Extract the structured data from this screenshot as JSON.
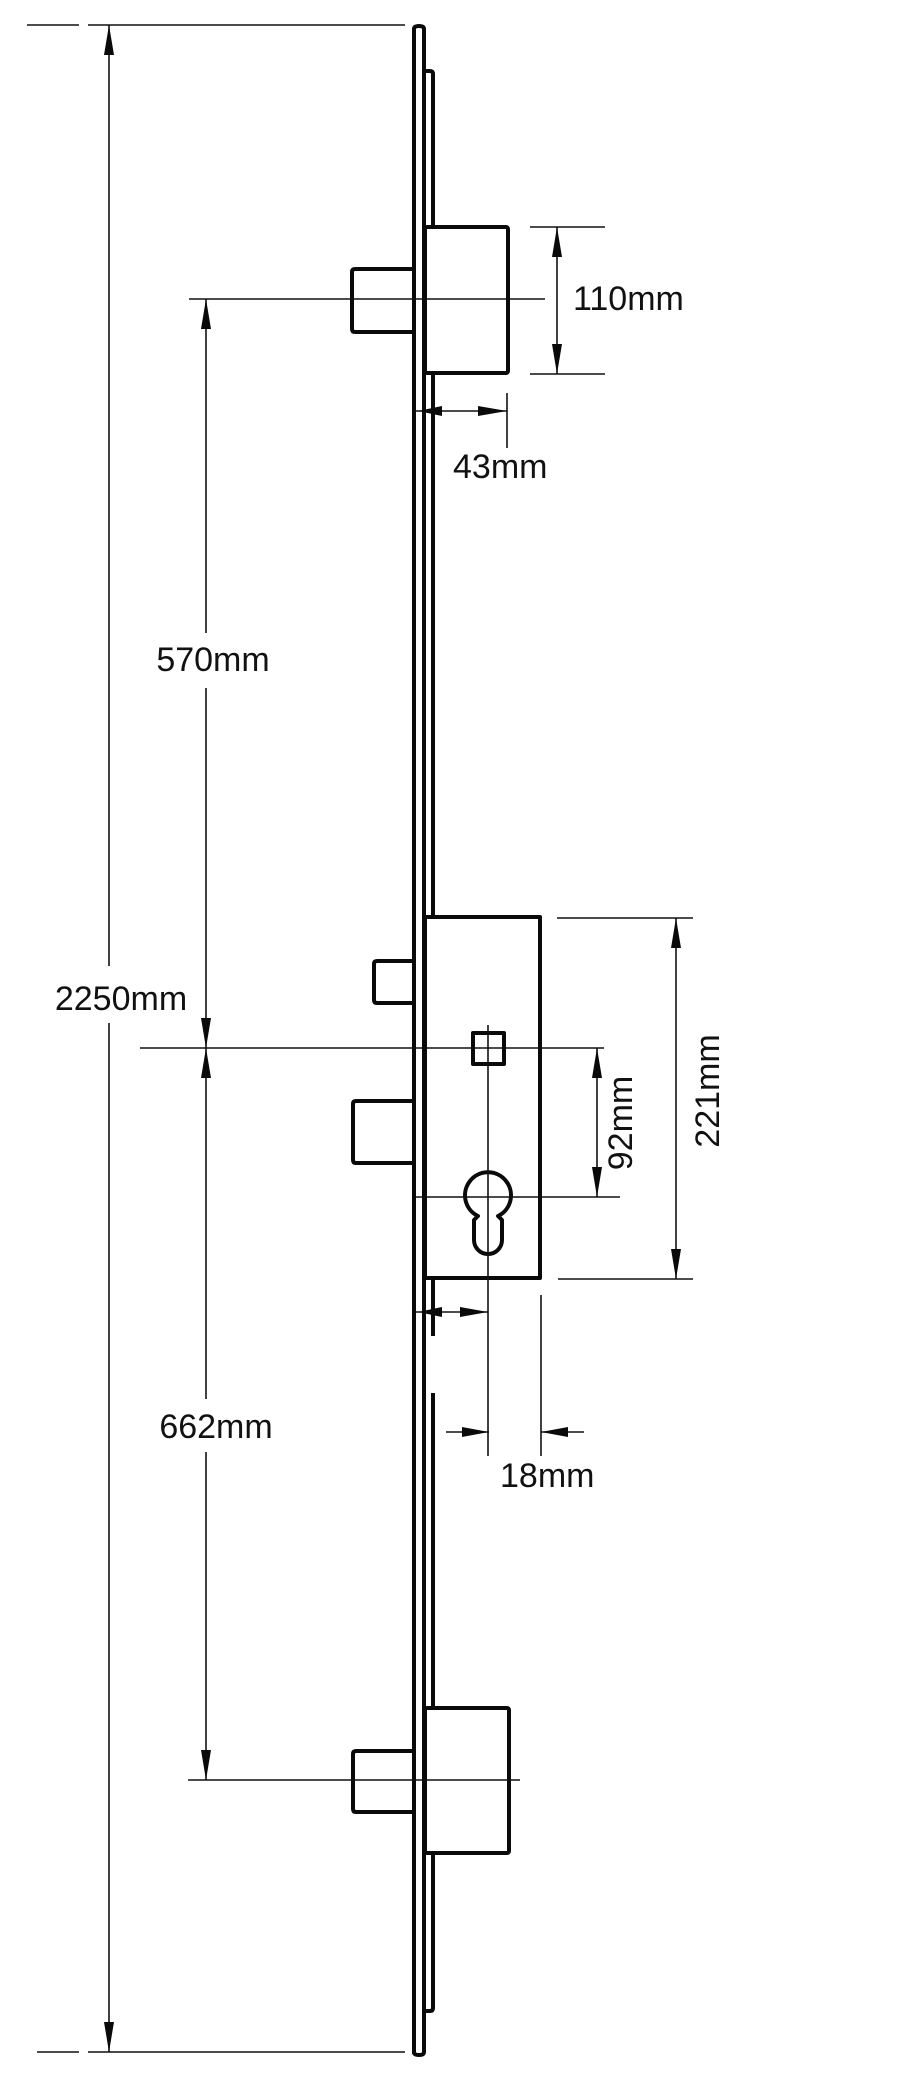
{
  "diagram": {
    "title": "Multipoint lock dimension drawing",
    "line_color": "#0a0a0a",
    "background": "#ffffff",
    "dimensions": {
      "overall_length": {
        "label": "2250mm",
        "value": 2250,
        "unit": "mm"
      },
      "top_hook_to_spindle": {
        "label": "570mm",
        "value": 570,
        "unit": "mm"
      },
      "spindle_to_bottom_hook": {
        "label": "662mm",
        "value": 662,
        "unit": "mm"
      },
      "hook_box_height": {
        "label": "110mm",
        "value": 110,
        "unit": "mm"
      },
      "hook_projection": {
        "label": "43mm",
        "value": 43,
        "unit": "mm"
      },
      "gearbox_height": {
        "label": "221mm",
        "value": 221,
        "unit": "mm"
      },
      "centre_distance": {
        "label": "92mm",
        "value": 92,
        "unit": "mm"
      },
      "gearbox_to_spindle_backset": {
        "label": "18mm",
        "value": 18,
        "unit": "mm"
      }
    },
    "components": [
      {
        "name": "faceplate"
      },
      {
        "name": "top-hook-box"
      },
      {
        "name": "top-hook-bolt"
      },
      {
        "name": "gearbox-case"
      },
      {
        "name": "latch"
      },
      {
        "name": "deadbolt"
      },
      {
        "name": "spindle-square"
      },
      {
        "name": "euro-cylinder-cutout"
      },
      {
        "name": "bottom-hook-box"
      },
      {
        "name": "bottom-hook-bolt"
      }
    ]
  }
}
